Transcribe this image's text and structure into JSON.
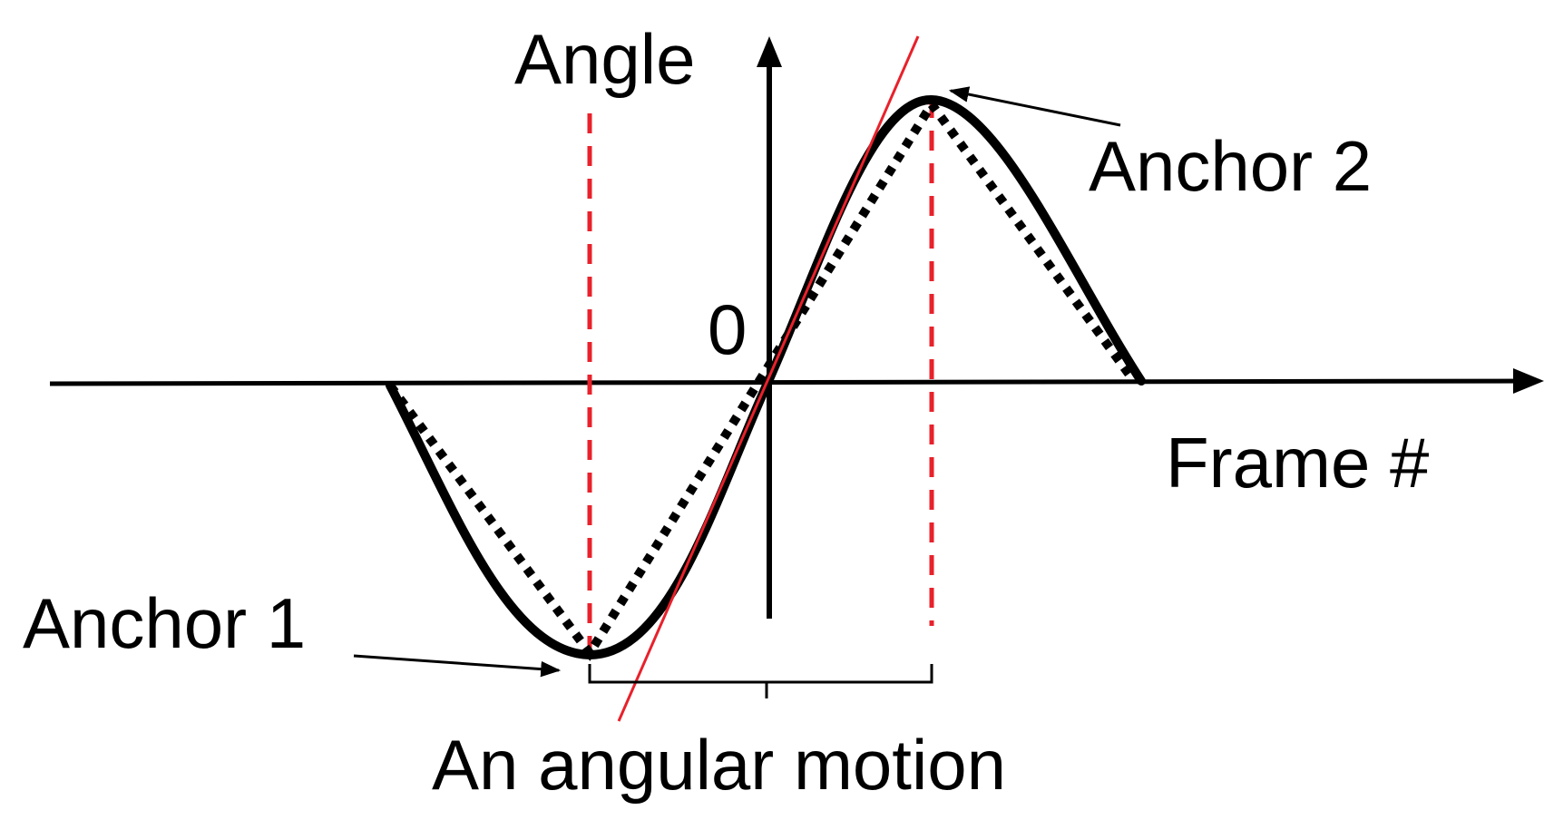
{
  "labels": {
    "y_axis": "Angle",
    "x_axis": "Frame #",
    "zero": "0",
    "anchor1": "Anchor 1",
    "anchor2": "Anchor 2",
    "motion": "An angular motion"
  },
  "colors": {
    "curve": "#000000",
    "markers": "#e8212b",
    "background": "#ffffff"
  }
}
